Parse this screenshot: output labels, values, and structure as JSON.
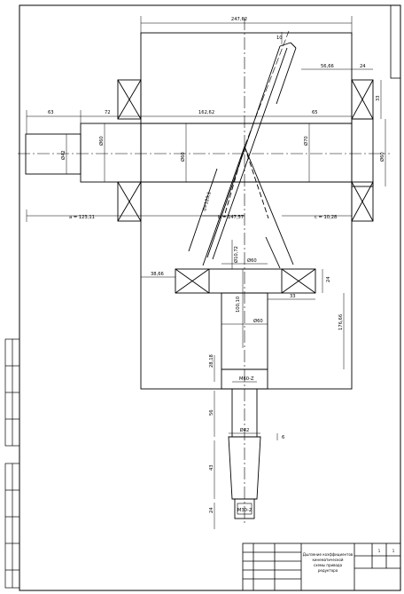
{
  "drawing": {
    "dimensions": {
      "top_width": "247,62",
      "top_right_small": "10",
      "right_upper": "56,66",
      "right_upper_b": "24",
      "right_side": "33",
      "left_63": "63",
      "left_72": "72",
      "center_162": "162,62",
      "right_65": "65",
      "left_dia_42": "Ø42",
      "left_dia_60": "Ø60",
      "center_dia_60": "Ø60",
      "right_dia_70": "Ø70",
      "right_dia_60": "Ø60",
      "bevel_label": "d=123,1",
      "bottom_left": "a = 123,11",
      "bottom_mid": "b = 147,57",
      "bottom_right": "c = 10,28",
      "vert_10": "Ø10,72",
      "mid_dia_60": "Ø60",
      "hub_left": "38,66",
      "hub_right": "24",
      "hub_33": "33",
      "shaft_100": "100,10",
      "shaft_dia_60": "Ø60",
      "right_vert": "176,66",
      "left_vert_28": "28,18",
      "shaft_m": "M60-Z",
      "vert_56": "56",
      "bot_dia_42": "Ø42",
      "bot_6": "6",
      "bot_43": "43",
      "bot_24": "24",
      "bot_m": "M30-2"
    },
    "title_block": {
      "line1": "Дѡлзение коэффициентов",
      "line2": "кинематической",
      "line3": "схемы привода",
      "line4": "редуктора",
      "sheet": "1",
      "sheets": "1"
    }
  }
}
